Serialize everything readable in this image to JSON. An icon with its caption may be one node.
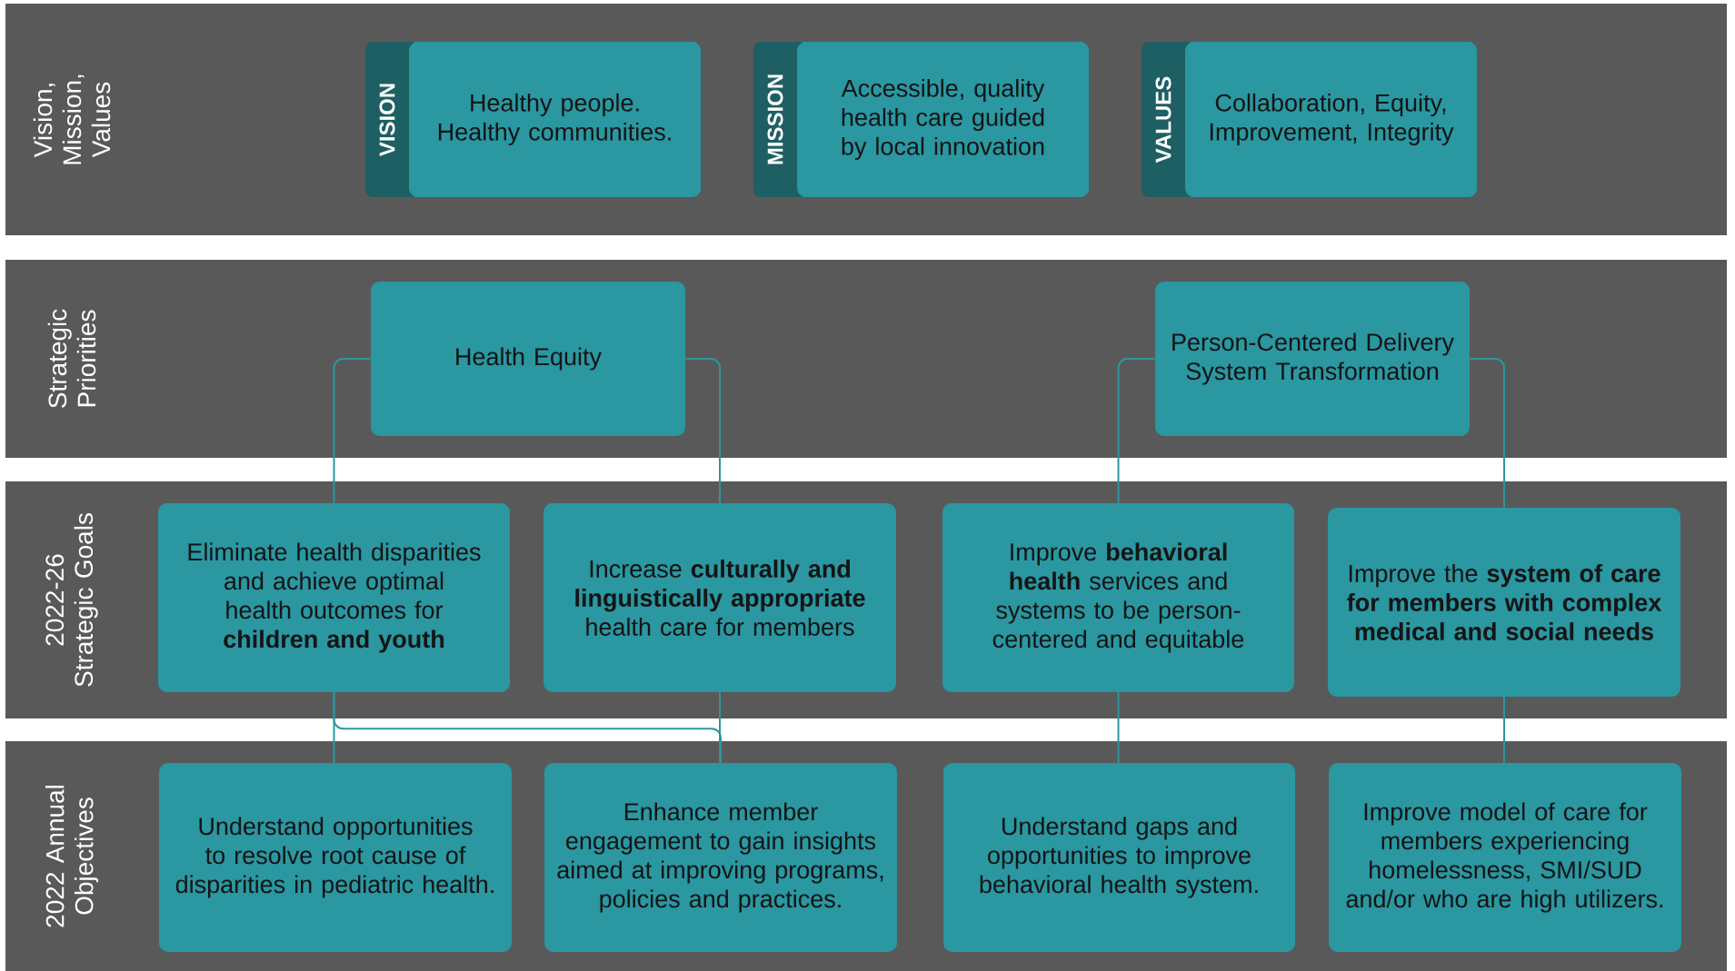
{
  "diagram": {
    "nodes": [
      {
        "text": [
          "Vision, Mission, Values"
        ]
      },
      {
        "text": [
          "VISION",
          "Healthy people. Healthy communities."
        ],
        "in": 0
      },
      {
        "text": [
          "MISSION",
          "Accessible, quality health care guided by local innovation"
        ],
        "in": 0
      },
      {
        "text": [
          "VALUES",
          "Collaboration, Equity, Improvement, Integrity"
        ],
        "in": 0
      },
      {
        "text": [
          "Strategic Priorities"
        ]
      },
      {
        "text": [
          "Health Equity"
        ],
        "in": 4
      },
      {
        "text": [
          "Person-Centered Delivery System Transformation"
        ],
        "in": 4
      },
      {
        "text": [
          "2022-26 Strategic Goals"
        ]
      },
      {
        "text": [
          "Eliminate health disparities and achieve optimal health outcomes for **children and youth**"
        ],
        "in": 7
      },
      {
        "text": [
          "Increase **culturally and linguistically appropriate** health care for members"
        ],
        "in": 7
      },
      {
        "text": [
          "Improve **behavioral health** services and systems to be person-centered and equitable"
        ],
        "in": 7
      },
      {
        "text": [
          "Improve the **system of care for members with complex medical and social needs**"
        ],
        "in": 7
      },
      {
        "text": [
          "2022 Annual Objectives"
        ]
      },
      {
        "text": [
          "Understand opportunities to resolve root cause of disparities in pediatric health."
        ],
        "in": 12
      },
      {
        "text": [
          "Enhance member engagement to gain insights aimed at improving programs, policies and practices."
        ],
        "in": 12
      },
      {
        "text": [
          "Understand gaps and opportunities to improve behavioral health system."
        ],
        "in": 12
      },
      {
        "text": [
          "Improve model of care for members experiencing homelessness, SMI/SUD and/or who are high utilizers."
        ],
        "in": 12
      }
    ],
    "edges": [
      {
        "from": 5,
        "to": 8,
        "arrow": "none"
      },
      {
        "from": 5,
        "to": 9,
        "arrow": "none"
      },
      {
        "from": 6,
        "to": 10,
        "arrow": "none"
      },
      {
        "from": 6,
        "to": 11,
        "arrow": "none"
      },
      {
        "from": 8,
        "to": 13,
        "arrow": "none"
      },
      {
        "from": 8,
        "to": 14,
        "arrow": "none"
      },
      {
        "from": 9,
        "to": 14,
        "arrow": "none"
      },
      {
        "from": 10,
        "to": 15,
        "arrow": "none"
      },
      {
        "from": 11,
        "to": 16,
        "arrow": "none"
      }
    ]
  }
}
